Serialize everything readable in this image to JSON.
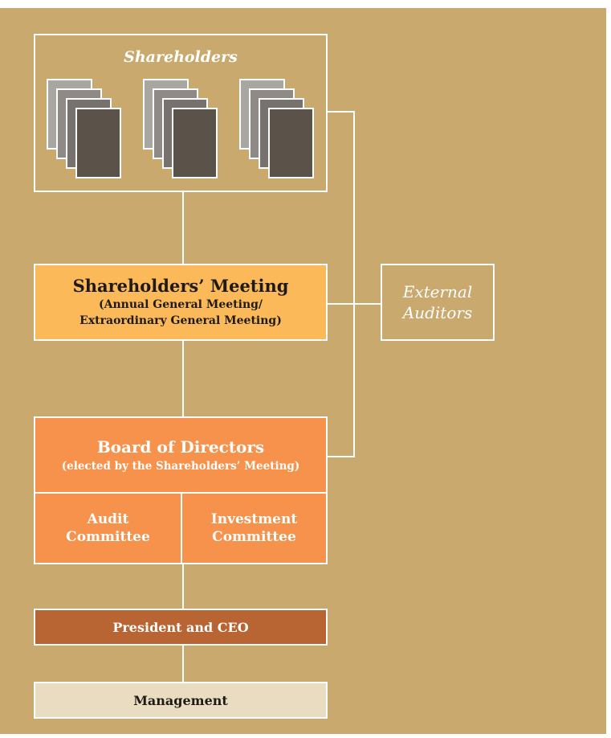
{
  "shareholders": {
    "title": "Shareholders"
  },
  "meeting": {
    "title": "Shareholders’ Meeting",
    "subtitle_line1": "(Annual General Meeting/",
    "subtitle_line2": "Extraordinary General Meeting)"
  },
  "auditors": {
    "line1": "External",
    "line2": "Auditors"
  },
  "board": {
    "title": "Board of Directors",
    "subtitle": "(elected by the Shareholders’ Meeting)"
  },
  "audit_committee": {
    "line1": "Audit",
    "line2": "Committee"
  },
  "investment_committee": {
    "line1": "Investment",
    "line2": "Committee"
  },
  "ceo": {
    "label": "President and CEO"
  },
  "management": {
    "label": "Management"
  },
  "colors": {
    "background": "#c9a96e",
    "meeting_fill": "#fbb95a",
    "board_fill": "#f6924b",
    "ceo_fill": "#b96433",
    "management_fill": "#e9dcc1",
    "document_fill": "#5b524a"
  }
}
